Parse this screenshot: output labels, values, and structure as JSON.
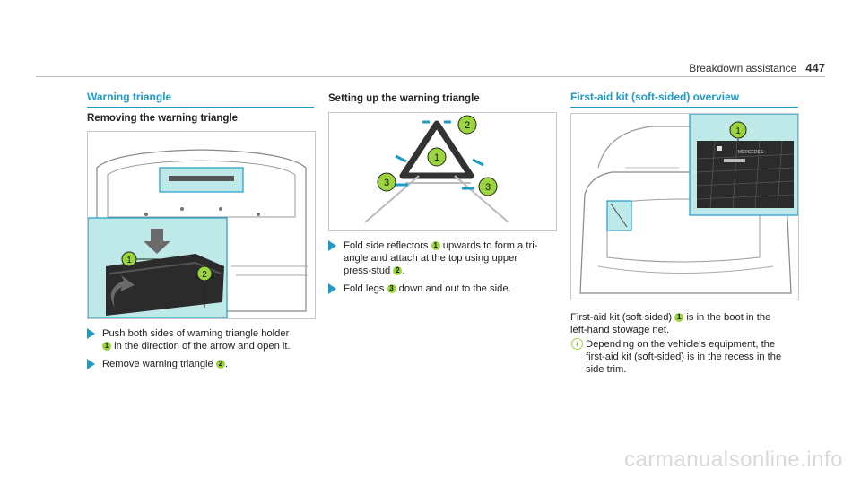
{
  "header": {
    "section": "Breakdown assistance",
    "page": "447"
  },
  "col1": {
    "title": "Warning triangle",
    "subhead": "Removing the warning triangle",
    "steps": [
      "Push both sides of warning triangle holder",
      "in the direction of the arrow and open it.",
      "Remove warning triangle",
      "."
    ],
    "callouts": [
      "1",
      "2"
    ]
  },
  "col2": {
    "subhead": "Setting up the warning triangle",
    "step1_a": "Fold side reflectors",
    "step1_b": "upwards to form a tri-",
    "step1_c": "angle and attach at the top using upper",
    "step1_d": "press-stud",
    "step1_e": ".",
    "step2_a": "Fold legs",
    "step2_b": "down and out to the side.",
    "callouts": [
      "1",
      "2",
      "3"
    ]
  },
  "col3": {
    "title": "First-aid kit (soft-sided) overview",
    "para_a": "First-aid kit (soft sided)",
    "para_b": "is in the boot in the",
    "para_c": "left-hand stowage net.",
    "note_a": "Depending on the vehicle's equipment, the",
    "note_b": "first-aid kit (soft-sided) is in the recess in the",
    "note_c": "side trim.",
    "callouts": [
      "1"
    ],
    "kit_label": "MERCEDES"
  },
  "icons": {
    "step": "triangle-bullet-icon",
    "info": "info-icon"
  },
  "colors": {
    "accent": "#1e9cc9",
    "callout": "#9bd43d",
    "highlight": "#bfe9e8"
  },
  "watermark": "carmanualsonline.info"
}
